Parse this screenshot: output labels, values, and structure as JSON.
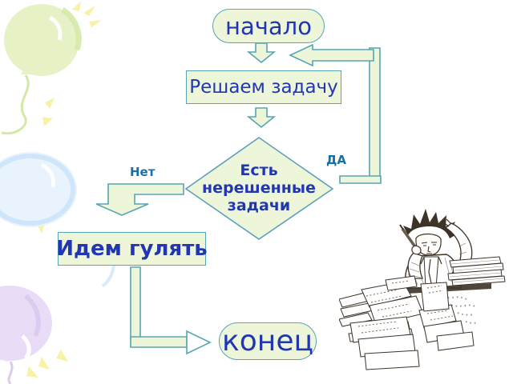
{
  "colors": {
    "page_bg": "#ffffff",
    "shape_fill": "#edf6d8",
    "shape_border": "#56a5b5",
    "decision_border": "#5f9fc0",
    "text_blue": "#2236b4",
    "label_blue": "#176fa8",
    "sketch_ink": "#3d3327",
    "balloon_green": "#e6f2c6",
    "balloon_green_rim": "#d4e9a8",
    "balloon_blue": "#e8f3fd",
    "balloon_blue_rim": "#cfe6fa",
    "balloon_purple": "#e9dcf6",
    "balloon_purple_rim": "#dccbf0",
    "sparkle_yellow": "#f8f2a6"
  },
  "flowchart": {
    "start": "начало",
    "process": "Решаем задачу",
    "decision": "Есть нерешенные задачи",
    "walk": "Идем гулять",
    "end": "конец",
    "yes_label": "ДА",
    "no_label": "Нет"
  },
  "illustration": {
    "name": "boy-doing-homework-sketch"
  }
}
